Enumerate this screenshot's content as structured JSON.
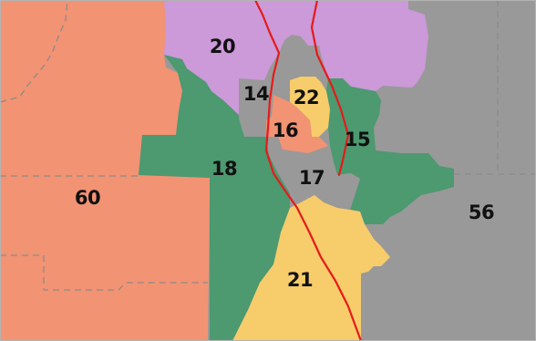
{
  "colors": {
    "background": "#ffffff",
    "district-60": "#f29373",
    "district-56": "#999999",
    "district-20": "#cc99d9",
    "district-18": "#4d9970",
    "district-15": "#4d9970",
    "district-14": "#999999",
    "district-17": "#999999",
    "district-22": "#f7cc6b",
    "district-16": "#f29373",
    "district-21": "#f7cc6b",
    "red-boundary": "#e61a1a",
    "dashed-boundary": "#8c8c8c",
    "frame-border": "#b3b3b3"
  },
  "map": {
    "districts": [
      {
        "id": "60",
        "label": "60"
      },
      {
        "id": "56",
        "label": "56"
      },
      {
        "id": "20",
        "label": "20"
      },
      {
        "id": "18",
        "label": "18"
      },
      {
        "id": "15",
        "label": "15"
      },
      {
        "id": "14",
        "label": "14"
      },
      {
        "id": "22",
        "label": "22"
      },
      {
        "id": "16",
        "label": "16"
      },
      {
        "id": "17",
        "label": "17"
      },
      {
        "id": "21",
        "label": "21"
      }
    ],
    "features": [
      {
        "id": "red-boundary-west",
        "type": "red-boundary"
      },
      {
        "id": "red-boundary-east",
        "type": "red-boundary"
      },
      {
        "id": "dashed-boundary-horizontal",
        "type": "dashed-boundary"
      },
      {
        "id": "dashed-boundary-northwest",
        "type": "dashed-boundary"
      },
      {
        "id": "dashed-boundary-southwest",
        "type": "dashed-boundary"
      },
      {
        "id": "dashed-boundary-east-vertical",
        "type": "dashed-boundary"
      }
    ]
  }
}
